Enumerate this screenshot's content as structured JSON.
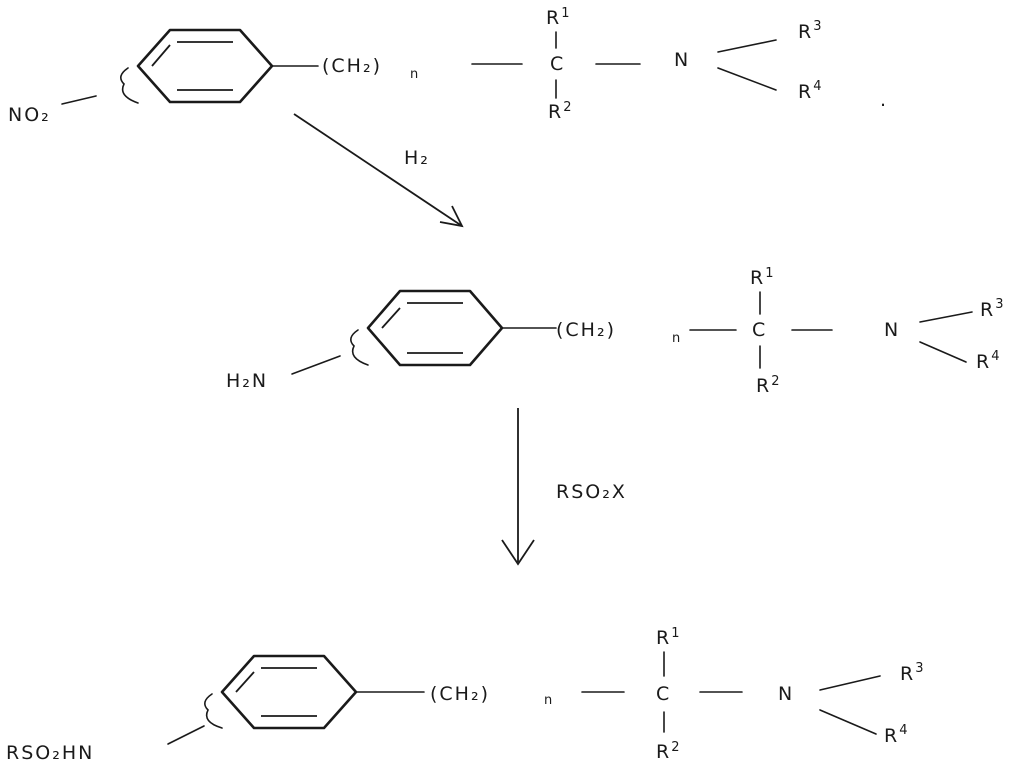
{
  "molecules": [
    {
      "ring_substituent": "NO₂",
      "chain": "(CH₂)",
      "chain_index": "n",
      "carbon": "C",
      "r1": "R",
      "r1_sup": "1",
      "r2": "R",
      "r2_sup": "2",
      "nitrogen": "N",
      "r3": "R",
      "r3_sup": "3",
      "r4": "R",
      "r4_sup": "4",
      "end_mark": "."
    },
    {
      "ring_substituent": "H₂N",
      "chain": "(CH₂)",
      "chain_index": "n",
      "carbon": "C",
      "r1": "R",
      "r1_sup": "1",
      "r2": "R",
      "r2_sup": "2",
      "nitrogen": "N",
      "r3": "R",
      "r3_sup": "3",
      "r4": "R",
      "r4_sup": "4"
    },
    {
      "ring_substituent": "RSO₂HN",
      "chain": "(CH₂)",
      "chain_index": "n",
      "carbon": "C",
      "r1": "R",
      "r1_sup": "1",
      "r2": "R",
      "r2_sup": "2",
      "nitrogen": "N",
      "r3": "R",
      "r3_sup": "3",
      "r4": "R",
      "r4_sup": "4"
    }
  ],
  "steps": [
    {
      "reagent": "H₂"
    },
    {
      "reagent": "RSO₂X"
    }
  ]
}
